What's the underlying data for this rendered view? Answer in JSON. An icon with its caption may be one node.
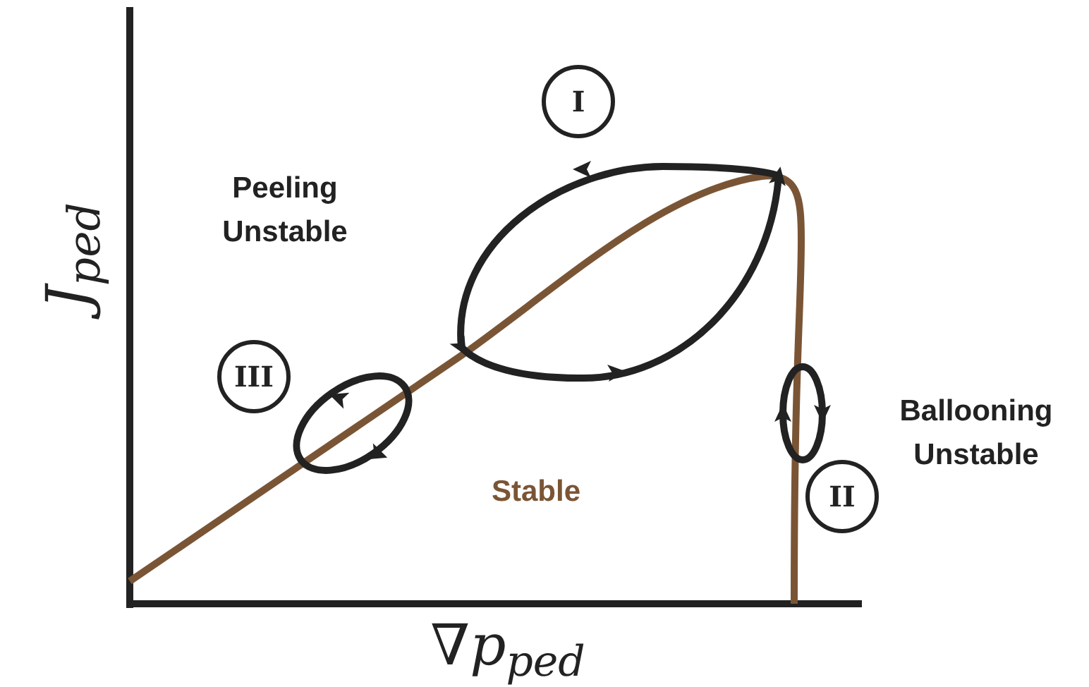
{
  "diagram": {
    "nodes": [
      {
        "text": [
          "I"
        ]
      },
      {
        "text": [
          "III"
        ]
      },
      {
        "text": [
          "II"
        ]
      }
    ],
    "labels": [
      "J$_{ped}$",
      "Peeling Unstable",
      "Stable",
      "Ballooning Unstable",
      "∇p$_{ped}$"
    ]
  }
}
